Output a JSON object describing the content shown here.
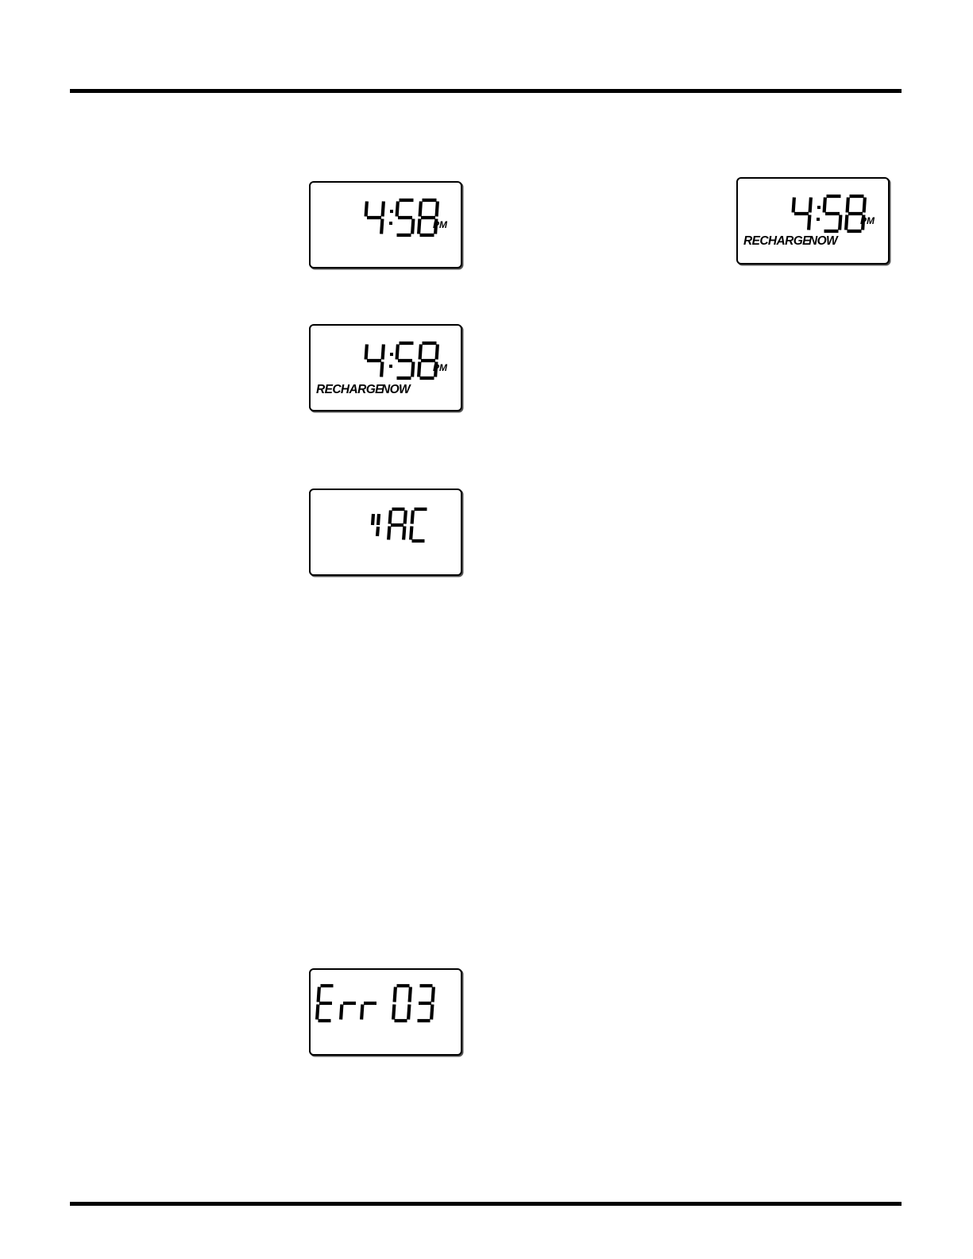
{
  "lcd_displays": {
    "clock_normal": {
      "time": "4:58",
      "ampm": "PM"
    },
    "clock_recharge_now_right": {
      "time": "4:58",
      "ampm": "PM",
      "status_left": "RECHARGE",
      "status_right": "NOW"
    },
    "clock_recharge_now": {
      "time": "4:58",
      "ampm": "PM",
      "status_left": "RECHARGE",
      "status_right": "NOW"
    },
    "vac": {
      "text": "VAC"
    },
    "error": {
      "text": "Err 03"
    }
  }
}
